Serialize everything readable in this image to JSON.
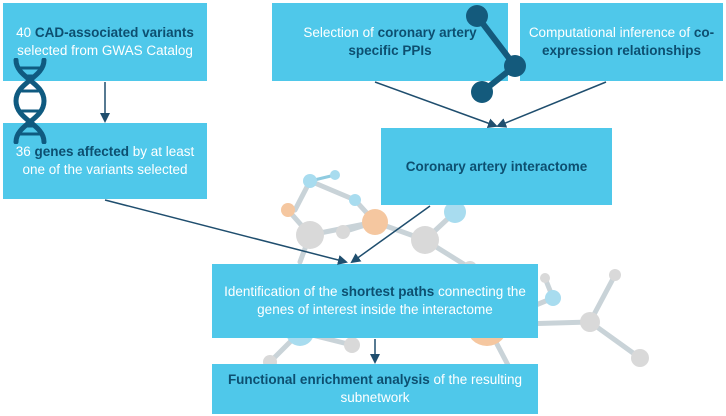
{
  "boxes": {
    "gwas": {
      "pre": "40 ",
      "hl": "CAD-associated variants",
      "post": " selected from GWAS Catalog"
    },
    "ppi": {
      "pre": "Selection of ",
      "hl": "coronary artery specific PPIs",
      "post": ""
    },
    "coexp": {
      "pre": "Computational inference of ",
      "hl": "co-expression relationships",
      "post": ""
    },
    "genes": {
      "pre": "36 ",
      "hl": "genes affected",
      "post": " by at least one of the variants selected"
    },
    "interactome": {
      "pre": "",
      "hl": "Coronary artery interactome",
      "post": ""
    },
    "paths": {
      "pre": "Identification of the ",
      "hl": "shortest paths",
      "post": " connecting the genes of interest inside the interactome"
    },
    "enrichment": {
      "pre": "",
      "hl": "Functional enrichment analysis",
      "post": " of the resulting subnetwork"
    }
  },
  "icons": [
    "dna-icon",
    "network-link-icon",
    "network-background-graphic"
  ],
  "colors": {
    "box_fill": "#4fc8ea",
    "highlight_text": "#0d4f70",
    "arrow": "#1f4e6e",
    "node_gray": "#d9d9d9",
    "node_blue": "#a8dcef",
    "node_orange": "#f5c7a0",
    "dark_node": "#145a7c"
  }
}
